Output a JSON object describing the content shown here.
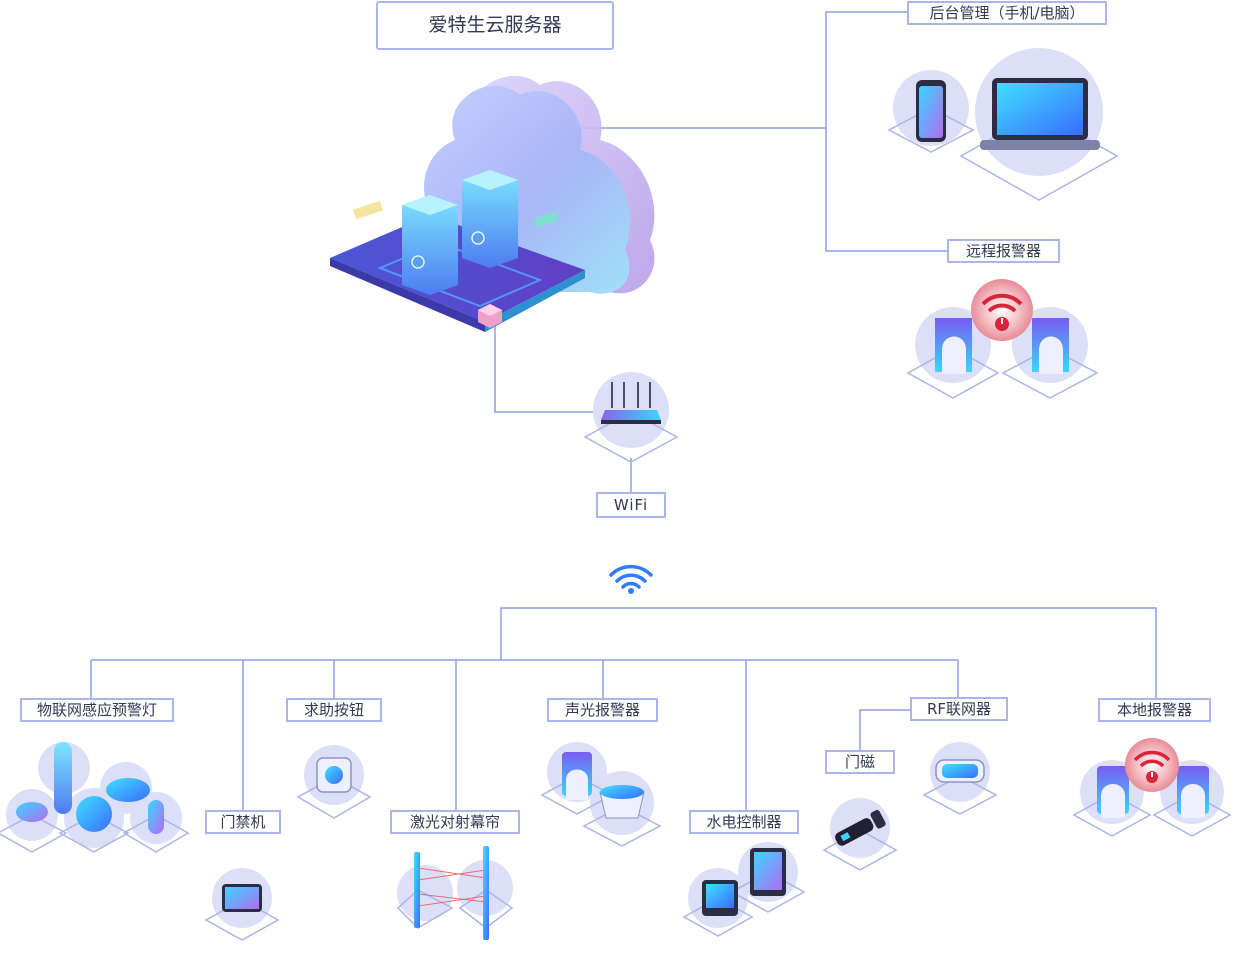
{
  "server": {
    "title": "爱特生云服务器"
  },
  "labels": {
    "admin": "后台管理（手机/电脑）",
    "remote_alarm": "远程报警器",
    "wifi": "WiFi",
    "iot_light": "物联网感应预警灯",
    "door_access": "门禁机",
    "help_button": "求助按钮",
    "laser_curtain": "激光对射幕帘",
    "sound_light_alarm": "声光报警器",
    "water_power_ctrl": "水电控制器",
    "door_magnet": "门磁",
    "rf_gateway": "RF联网器",
    "local_alarm": "本地报警器"
  },
  "colors": {
    "line": "#8e9de8",
    "label_border": "#aab5ea",
    "device_bg": "#dcdff8",
    "alarm_red": "#d9253a",
    "accent_blue": "#3a7bff",
    "accent_purple": "#8a63e8"
  }
}
